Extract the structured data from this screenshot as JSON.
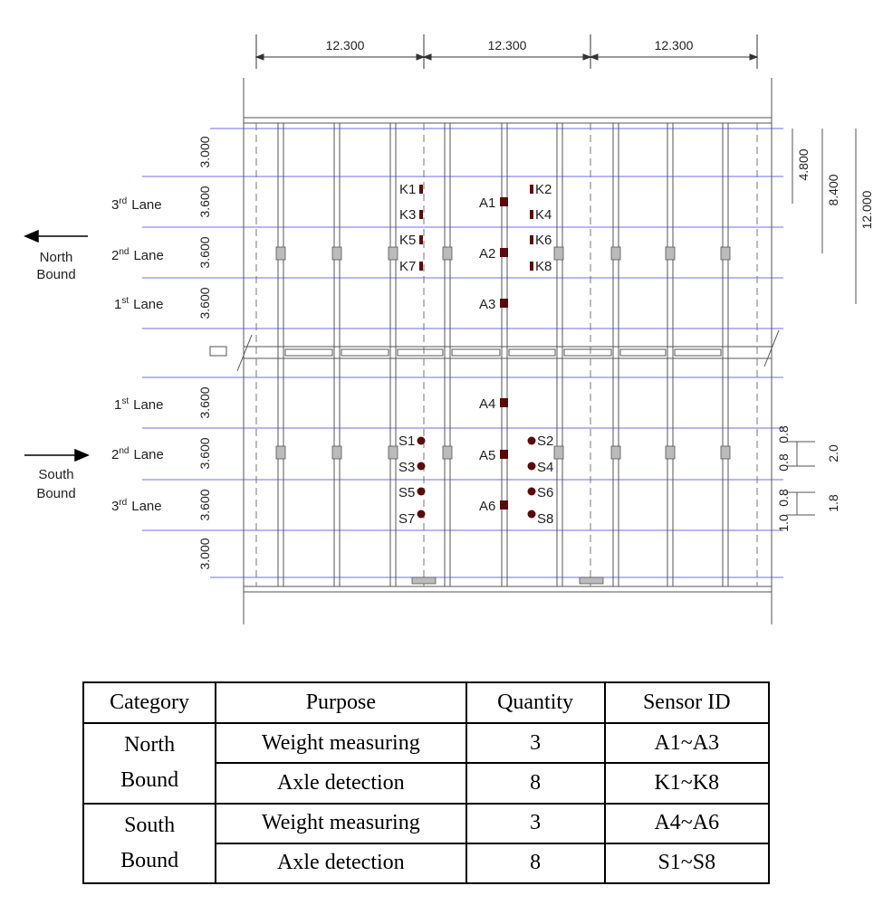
{
  "diagram": {
    "dimensions_top": [
      "12.300",
      "12.300",
      "12.300"
    ],
    "lane_widths_north": [
      "3.000",
      "3.600",
      "3.600",
      "3.600"
    ],
    "lane_widths_south": [
      "3.600",
      "3.600",
      "3.600",
      "3.000"
    ],
    "right_dimensions": [
      "4.800",
      "8.400",
      "12.000"
    ],
    "offsets_right": [
      "0.8",
      "2.0",
      "0.8",
      "0.8",
      "1.8",
      "1.0"
    ],
    "directions": {
      "north": [
        "North",
        "Bound"
      ],
      "south": [
        "South",
        "Bound"
      ]
    },
    "lanes_north": [
      {
        "ord": "3",
        "sup": "rd",
        "word": "Lane"
      },
      {
        "ord": "2",
        "sup": "nd",
        "word": "Lane"
      },
      {
        "ord": "1",
        "sup": "st",
        "word": "Lane"
      }
    ],
    "lanes_south": [
      {
        "ord": "1",
        "sup": "st",
        "word": "Lane"
      },
      {
        "ord": "2",
        "sup": "nd",
        "word": "Lane"
      },
      {
        "ord": "3",
        "sup": "rd",
        "word": "Lane"
      }
    ],
    "sensors": {
      "K": [
        "K1",
        "K2",
        "K3",
        "K4",
        "K5",
        "K6",
        "K7",
        "K8"
      ],
      "A": [
        "A1",
        "A2",
        "A3",
        "A4",
        "A5",
        "A6"
      ],
      "S": [
        "S1",
        "S2",
        "S3",
        "S4",
        "S5",
        "S6",
        "S7",
        "S8"
      ]
    },
    "colors": {
      "sensor_fill": "#5a0a0a",
      "lane_line": "#6f6ff0",
      "structure": "#555555"
    }
  },
  "table": {
    "headers": [
      "Category",
      "Purpose",
      "Quantity",
      "Sensor ID"
    ],
    "groups": [
      {
        "category_lines": [
          "North",
          "Bound"
        ],
        "rows": [
          {
            "purpose": "Weight measuring",
            "quantity": "3",
            "sensor_id": "A1~A3"
          },
          {
            "purpose": "Axle detection",
            "quantity": "8",
            "sensor_id": "K1~K8"
          }
        ]
      },
      {
        "category_lines": [
          "South",
          "Bound"
        ],
        "rows": [
          {
            "purpose": "Weight measuring",
            "quantity": "3",
            "sensor_id": "A4~A6"
          },
          {
            "purpose": "Axle detection",
            "quantity": "8",
            "sensor_id": "S1~S8"
          }
        ]
      }
    ]
  }
}
